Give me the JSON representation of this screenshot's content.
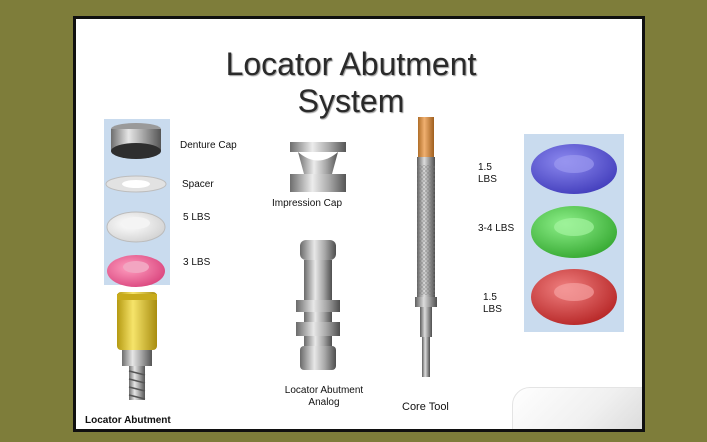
{
  "slide": {
    "title_line1": "Locator Abutment",
    "title_line2": "System"
  },
  "left_stack": {
    "denture_cap": "Denture Cap",
    "spacer": "Spacer",
    "five_lbs": "5 LBS",
    "three_lbs": "3 LBS",
    "locator_abutment": "Locator Abutment"
  },
  "center": {
    "impression_cap": "Impression Cap",
    "analog_line1": "Locator Abutment",
    "analog_line2": "Analog",
    "core_tool": "Core Tool"
  },
  "right_inserts": {
    "top_line1": "1.5",
    "top_line2": "LBS",
    "middle": "3-4 LBS",
    "bottom_line1": "1.5",
    "bottom_line2": "LBS",
    "colors": {
      "blue": "#5a55d8",
      "green": "#4fd24a",
      "red": "#d23a3a",
      "panel": "#c9dbee"
    }
  },
  "colors": {
    "background": "#7e7d3a",
    "pink": "#e8608e",
    "abutment_gold": "#e8cf3a"
  }
}
